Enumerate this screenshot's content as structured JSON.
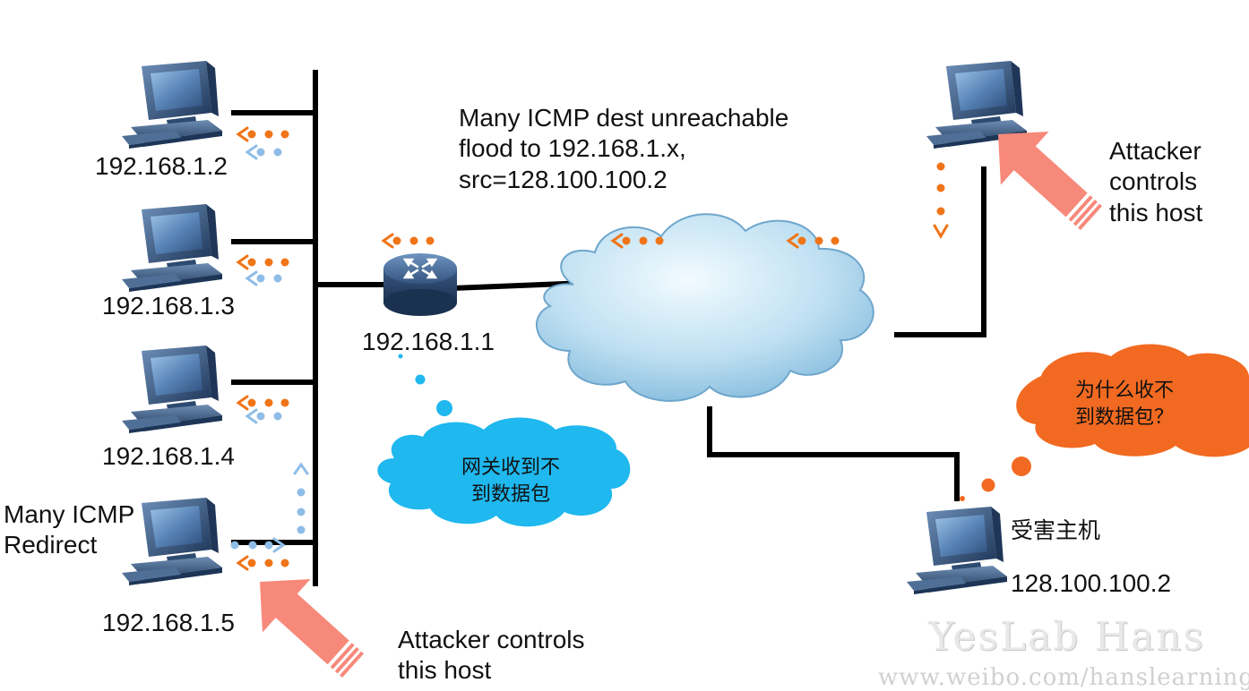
{
  "hosts": [
    {
      "ip": "192.168.1.2"
    },
    {
      "ip": "192.168.1.3"
    },
    {
      "ip": "192.168.1.4"
    },
    {
      "ip": "192.168.1.5"
    }
  ],
  "router": {
    "ip": "192.168.1.1"
  },
  "flood_note": "Many ICMP dest unreachable\nflood to  192.168.1.x,\nsrc=128.100.100.2",
  "redirect_note": "Many ICMP\nRedirect",
  "attacker_remote": "Attacker\ncontrols\nthis host",
  "attacker_local": "Attacker controls\nthis host",
  "gateway_bubble": "网关收到不\n到数据包",
  "victim_bubble": "为什么收不\n到数据包？",
  "victim": {
    "name": "受害主机",
    "ip": "128.100.100.2"
  },
  "watermark": "YesLab Hans",
  "watermark_url": "www.weibo.com/hanslearning",
  "colors": {
    "arrow_orange": "#f07418",
    "arrow_blue": "#8fbde8",
    "attacker_arrow": "#f7897a",
    "gateway_bubble": "#1fb8ef",
    "victim_bubble": "#f26a21",
    "cloud": "#b9dcf0",
    "monitor_body": "#3a587f",
    "router_body": "#3b5b82"
  },
  "icons": [
    "computer-icon",
    "router-icon",
    "cloud-icon",
    "thought-bubble-icon",
    "attacker-arrow-icon"
  ]
}
